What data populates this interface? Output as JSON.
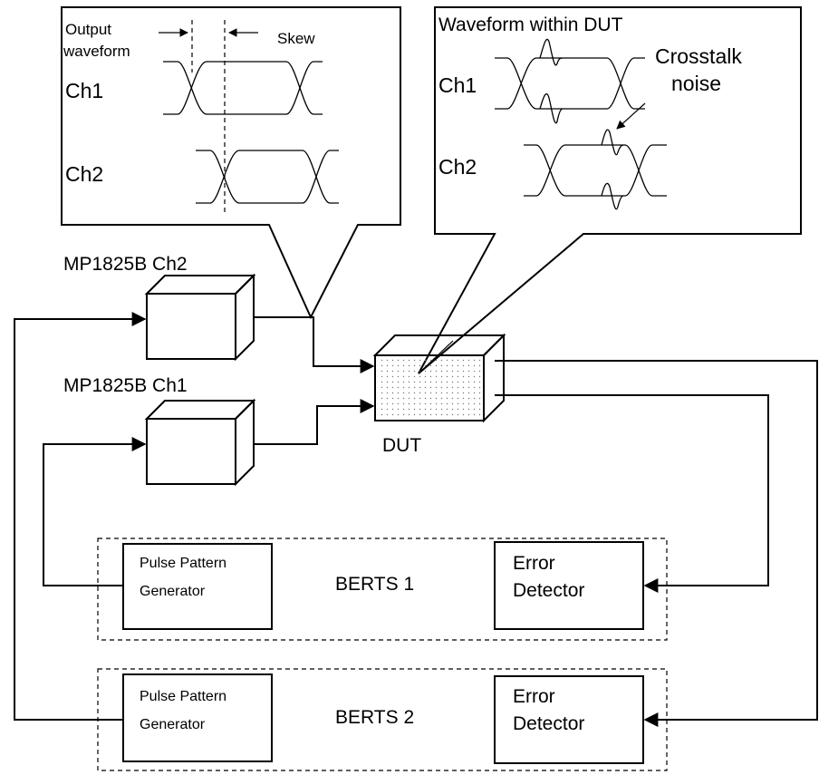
{
  "callout_left": {
    "output_label_line1": "Output",
    "output_label_line2": "waveform",
    "skew_label": "Skew",
    "ch1_label": "Ch1",
    "ch2_label": "Ch2"
  },
  "callout_right": {
    "title": "Waveform within DUT",
    "crosstalk_line1": "Crosstalk",
    "crosstalk_line2": "noise",
    "ch1_label": "Ch1",
    "ch2_label": "Ch2"
  },
  "devices": {
    "mp_ch2_label": "MP1825B Ch2",
    "mp_ch1_label": "MP1825B Ch1",
    "dut_label": "DUT"
  },
  "berts1": {
    "label": "BERTS 1",
    "ppg_line1": "Pulse Pattern",
    "ppg_line2": "Generator",
    "ed_line1": "Error",
    "ed_line2": "Detector"
  },
  "berts2": {
    "label": "BERTS 2",
    "ppg_line1": "Pulse Pattern",
    "ppg_line2": "Generator",
    "ed_line1": "Error",
    "ed_line2": "Detector"
  },
  "colors": {
    "line": "#000000",
    "cube_side": "#c8c8c8",
    "dut_top": "#9a9a9a",
    "dut_side": "#6e6e6e",
    "dut_front": "#f4f4f4"
  }
}
